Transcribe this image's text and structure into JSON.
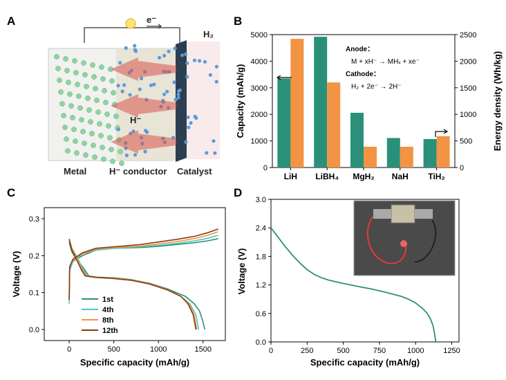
{
  "panels": [
    "A",
    "B",
    "C",
    "D"
  ],
  "schematic": {
    "electron_label": "e⁻",
    "hydrogen_label": "H₂",
    "hydride_label": "H⁻",
    "metal_label": "Metal",
    "conductor_label": "H⁻ conductor",
    "catalyst_label": "Catalyst",
    "colors": {
      "metal": "#8fd4a0",
      "hydrogen": "#5b9bd5",
      "arrow": "#d9534f",
      "catalyst": "#2c3e50"
    }
  },
  "chart_data": [
    {
      "type": "bar",
      "panel": "B",
      "categories": [
        "LiH",
        "LiBH₄",
        "MgH₂",
        "NaH",
        "TiH₂"
      ],
      "series": [
        {
          "axis": "left",
          "color": "#2a9079",
          "values": [
            3350,
            4920,
            2060,
            1110,
            1070
          ]
        },
        {
          "axis": "right",
          "color": "#f29443",
          "values": [
            2420,
            1600,
            390,
            390,
            590
          ]
        }
      ],
      "ylabel": "Capacity (mAh/g)",
      "ylabel_right": "Energy density (Wh/kg)",
      "ylim": [
        0,
        5000
      ],
      "ylim_right": [
        0,
        2500
      ],
      "yticks": [
        0,
        1000,
        2000,
        3000,
        4000,
        5000
      ],
      "yticks_right": [
        0,
        500,
        1000,
        1500,
        2000,
        2500
      ],
      "annotations": {
        "anode_title": "Anode：",
        "anode_eq": "M + xH⁻ → MHₓ + xe⁻",
        "cathode_title": "Cathode：",
        "cathode_eq": "H₂ + 2e⁻ → 2H⁻"
      }
    },
    {
      "type": "line",
      "panel": "C",
      "xlabel": "Specific capacity (mAh/g)",
      "ylabel": "Voltage (V)",
      "xlim": [
        -280,
        1750
      ],
      "ylim": [
        -0.03,
        0.33
      ],
      "xticks": [
        0,
        500,
        1000,
        1500
      ],
      "yticks": [
        0.0,
        0.1,
        0.2,
        0.3
      ],
      "series": [
        {
          "name": "1st",
          "color": "#2a9079",
          "discharge": [
            [
              0,
              0.235
            ],
            [
              30,
              0.21
            ],
            [
              80,
              0.19
            ],
            [
              150,
              0.17
            ],
            [
              220,
              0.145
            ],
            [
              300,
              0.142
            ],
            [
              500,
              0.14
            ],
            [
              700,
              0.135
            ],
            [
              900,
              0.125
            ],
            [
              1100,
              0.11
            ],
            [
              1300,
              0.09
            ],
            [
              1400,
              0.07
            ],
            [
              1460,
              0.05
            ],
            [
              1500,
              0.02
            ],
            [
              1520,
              0.0
            ]
          ],
          "charge": [
            [
              0,
              0.08
            ],
            [
              5,
              0.16
            ],
            [
              40,
              0.185
            ],
            [
              150,
              0.2
            ],
            [
              300,
              0.215
            ],
            [
              500,
              0.22
            ],
            [
              800,
              0.222
            ],
            [
              1000,
              0.225
            ],
            [
              1200,
              0.23
            ],
            [
              1400,
              0.235
            ],
            [
              1550,
              0.24
            ],
            [
              1670,
              0.246
            ]
          ]
        },
        {
          "name": "4th",
          "color": "#48c8c2",
          "discharge": [
            [
              0,
              0.24
            ],
            [
              30,
              0.22
            ],
            [
              80,
              0.2
            ],
            [
              140,
              0.17
            ],
            [
              200,
              0.145
            ],
            [
              300,
              0.141
            ],
            [
              500,
              0.139
            ],
            [
              700,
              0.134
            ],
            [
              900,
              0.124
            ],
            [
              1100,
              0.108
            ],
            [
              1250,
              0.09
            ],
            [
              1350,
              0.07
            ],
            [
              1420,
              0.04
            ],
            [
              1450,
              0.0
            ]
          ],
          "charge": [
            [
              0,
              0.07
            ],
            [
              5,
              0.16
            ],
            [
              40,
              0.183
            ],
            [
              150,
              0.205
            ],
            [
              300,
              0.215
            ],
            [
              500,
              0.22
            ],
            [
              800,
              0.224
            ],
            [
              1000,
              0.228
            ],
            [
              1200,
              0.233
            ],
            [
              1400,
              0.24
            ],
            [
              1550,
              0.247
            ],
            [
              1670,
              0.255
            ]
          ]
        },
        {
          "name": "8th",
          "color": "#f29443",
          "discharge": [
            [
              0,
              0.245
            ],
            [
              30,
              0.22
            ],
            [
              80,
              0.195
            ],
            [
              140,
              0.165
            ],
            [
              190,
              0.145
            ],
            [
              300,
              0.141
            ],
            [
              500,
              0.139
            ],
            [
              700,
              0.134
            ],
            [
              900,
              0.124
            ],
            [
              1100,
              0.108
            ],
            [
              1250,
              0.09
            ],
            [
              1340,
              0.07
            ],
            [
              1400,
              0.04
            ],
            [
              1430,
              0.0
            ]
          ],
          "charge": [
            [
              0,
              0.09
            ],
            [
              5,
              0.17
            ],
            [
              40,
              0.188
            ],
            [
              150,
              0.205
            ],
            [
              300,
              0.218
            ],
            [
              500,
              0.222
            ],
            [
              800,
              0.226
            ],
            [
              1000,
              0.232
            ],
            [
              1200,
              0.238
            ],
            [
              1400,
              0.246
            ],
            [
              1550,
              0.255
            ],
            [
              1670,
              0.265
            ]
          ]
        },
        {
          "name": "12th",
          "color": "#8b3a10",
          "discharge": [
            [
              0,
              0.245
            ],
            [
              30,
              0.215
            ],
            [
              80,
              0.19
            ],
            [
              140,
              0.16
            ],
            [
              180,
              0.145
            ],
            [
              300,
              0.141
            ],
            [
              500,
              0.138
            ],
            [
              700,
              0.133
            ],
            [
              900,
              0.123
            ],
            [
              1100,
              0.107
            ],
            [
              1250,
              0.09
            ],
            [
              1330,
              0.07
            ],
            [
              1390,
              0.04
            ],
            [
              1420,
              0.0
            ]
          ],
          "charge": [
            [
              0,
              0.08
            ],
            [
              5,
              0.17
            ],
            [
              40,
              0.19
            ],
            [
              150,
              0.208
            ],
            [
              300,
              0.22
            ],
            [
              500,
              0.224
            ],
            [
              800,
              0.23
            ],
            [
              1000,
              0.237
            ],
            [
              1200,
              0.244
            ],
            [
              1400,
              0.252
            ],
            [
              1550,
              0.262
            ],
            [
              1670,
              0.272
            ]
          ]
        }
      ]
    },
    {
      "type": "line",
      "panel": "D",
      "xlabel": "Specific capacity (mAh/g)",
      "ylabel": "Voltage (V)",
      "xlim": [
        0,
        1300
      ],
      "ylim": [
        0,
        3.0
      ],
      "xticks": [
        0,
        250,
        500,
        750,
        1000,
        1250
      ],
      "yticks": [
        0.0,
        0.6,
        1.2,
        1.8,
        2.4,
        3.0
      ],
      "series": [
        {
          "color": "#2a9079",
          "points": [
            [
              0,
              2.4
            ],
            [
              50,
              2.2
            ],
            [
              100,
              2.0
            ],
            [
              150,
              1.82
            ],
            [
              200,
              1.66
            ],
            [
              250,
              1.52
            ],
            [
              300,
              1.42
            ],
            [
              350,
              1.35
            ],
            [
              400,
              1.3
            ],
            [
              500,
              1.23
            ],
            [
              600,
              1.17
            ],
            [
              700,
              1.11
            ],
            [
              800,
              1.04
            ],
            [
              900,
              0.96
            ],
            [
              950,
              0.9
            ],
            [
              1000,
              0.82
            ],
            [
              1050,
              0.7
            ],
            [
              1080,
              0.6
            ],
            [
              1100,
              0.5
            ],
            [
              1120,
              0.35
            ],
            [
              1130,
              0.2
            ],
            [
              1140,
              0.0
            ]
          ]
        }
      ]
    }
  ]
}
